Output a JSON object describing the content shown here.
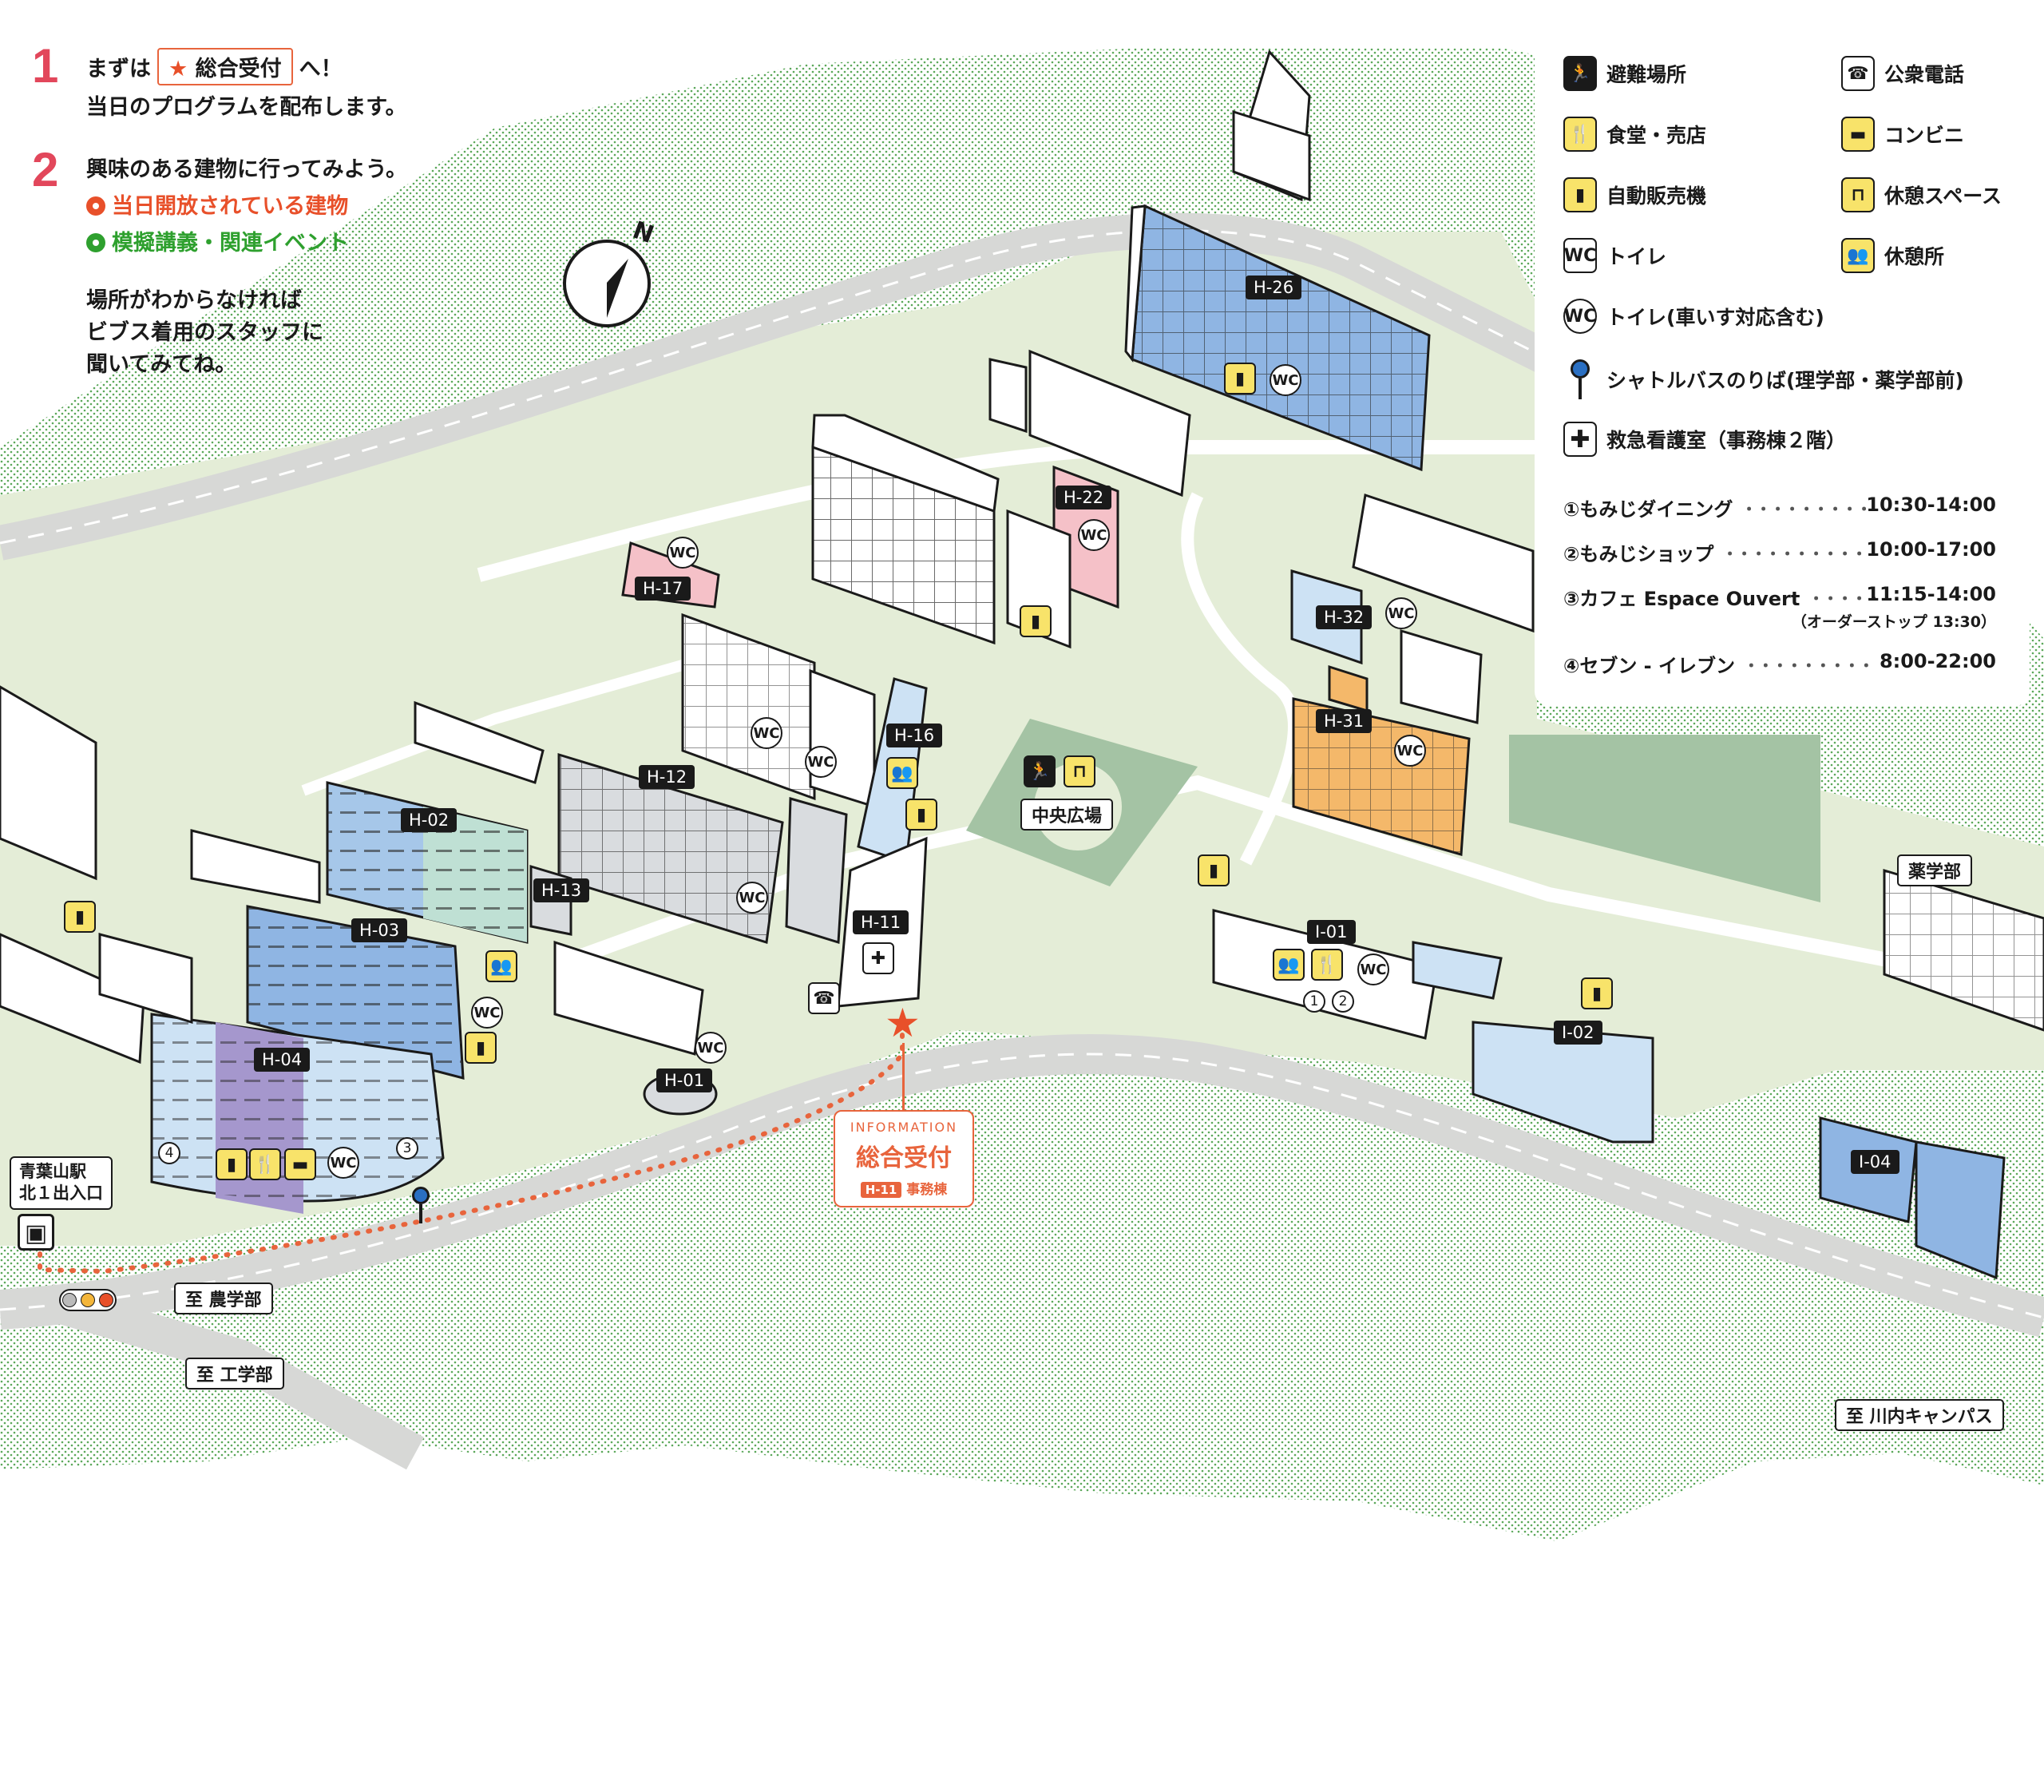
{
  "instructions": {
    "step1_num": "1",
    "step1_prefix": "まずは",
    "step1_star": "★",
    "step1_box": "総合受付",
    "step1_suffix": "へ！",
    "step1_line2": "当日のプログラムを配布します。",
    "step2_num": "2",
    "step2_line1": "興味のある建物に行ってみよう。",
    "step2_open": "当日開放されている建物",
    "step2_event": "模擬講義・関連イベント",
    "help_line1": "場所がわからなければ",
    "help_line2": "ビブス着用のスタッフに",
    "help_line3": "聞いてみてね。"
  },
  "compass": {
    "label": "N"
  },
  "legend": {
    "evac": "避難場所",
    "phone": "公衆電話",
    "food": "食堂・売店",
    "conv": "コンビニ",
    "vending": "自動販売機",
    "rest_space": "休憩スペース",
    "wc": "トイレ",
    "rest_place": "休憩所",
    "wc_accessible": "トイレ(車いす対応含む)",
    "bus": "シャトルバスのりば(理学部・薬学部前)",
    "first_aid": "救急看護室（事務棟２階）",
    "wc_icon": "WC"
  },
  "hours": [
    {
      "name": "①もみじダイニング",
      "time": "10:30-14:00"
    },
    {
      "name": "②もみじショップ",
      "time": "10:00-17:00"
    },
    {
      "name": "③カフェ Espace Ouvert",
      "time": "11:15-14:00"
    },
    {
      "name": "④セブン - イレブン",
      "time": "8:00-22:00"
    }
  ],
  "hours_note": "（オーダーストップ 13:30）",
  "buildings": {
    "h26": "H-26",
    "h22": "H-22",
    "h17": "H-17",
    "h32": "H-32",
    "h31": "H-31",
    "h16": "H-16",
    "h12": "H-12",
    "h02": "H-02",
    "h13": "H-13",
    "h03": "H-03",
    "h11": "H-11",
    "h04": "H-04",
    "h01": "H-01",
    "i01": "I-01",
    "i02": "I-02",
    "i04": "I-04"
  },
  "places": {
    "plaza": "中央広場",
    "pharmacy": "薬学部",
    "station_line1": "青葉山駅",
    "station_line2": "北１出入口",
    "to_agri": "至 農学部",
    "to_eng": "至 工学部",
    "to_kawauchi": "至 川内キャンパス"
  },
  "info": {
    "en": "INFORMATION",
    "jp": "総合受付",
    "bld": "H-11",
    "office": "事務棟"
  },
  "markers": {
    "m1": "1",
    "m2": "2",
    "m3": "3",
    "m4": "4"
  }
}
